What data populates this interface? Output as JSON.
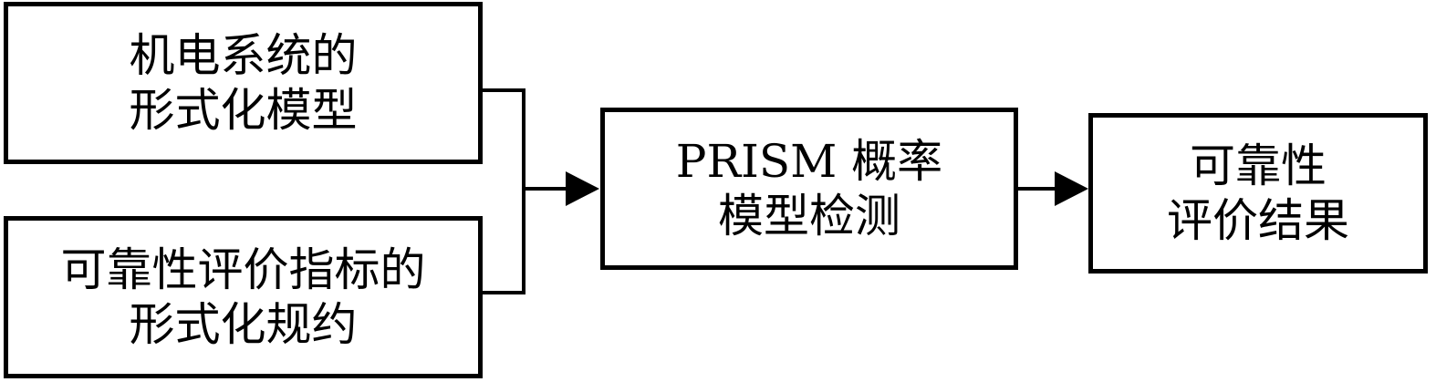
{
  "nodes": {
    "model": {
      "lines": [
        "机电系统的",
        "形式化模型"
      ]
    },
    "spec": {
      "lines": [
        "可靠性评价指标的",
        "形式化规约"
      ]
    },
    "prism": {
      "lines": [
        "PRISM 概率",
        "模型检测"
      ]
    },
    "result": {
      "lines": [
        "可靠性",
        "评价结果"
      ]
    }
  },
  "edges": [
    {
      "from": "model",
      "to": "prism"
    },
    {
      "from": "spec",
      "to": "prism"
    },
    {
      "from": "prism",
      "to": "result"
    }
  ]
}
